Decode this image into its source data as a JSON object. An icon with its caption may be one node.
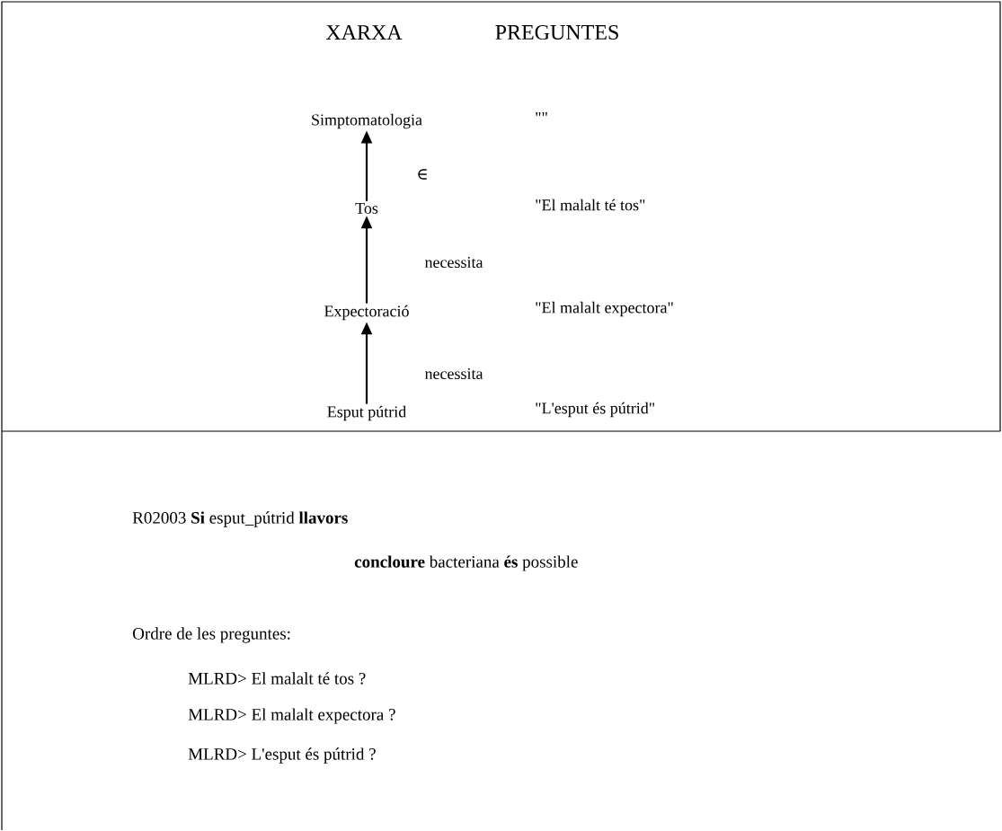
{
  "diagram": {
    "title": "XARXA",
    "nodes": [
      {
        "text": [
          "Simptomatologia"
        ]
      },
      {
        "text": [
          "Tos"
        ]
      },
      {
        "text": [
          "Expectoració"
        ]
      },
      {
        "text": [
          "Esput pútrid"
        ]
      }
    ],
    "edges": [
      {
        "from": 1,
        "to": 0,
        "arrow": "to",
        "label": "∈"
      },
      {
        "from": 2,
        "to": 1,
        "arrow": "to",
        "label": "necessita"
      },
      {
        "from": 3,
        "to": 2,
        "arrow": "to",
        "label": "necessita"
      }
    ],
    "labels": [
      "PREGUNTES",
      "\"\"",
      "\"El malalt té tos\"",
      "\"El malalt expectora\"",
      "\"L'esput és pútrid\"",
      "R02003 **Si** esput_pútrid **llavors**",
      "**concloure** bacteriana **és** possible",
      "Ordre de les preguntes:",
      "MLRD> El malalt té tos ?",
      "MLRD> El malalt expectora ?",
      "MLRD> L'esput és pútrid ?"
    ]
  }
}
